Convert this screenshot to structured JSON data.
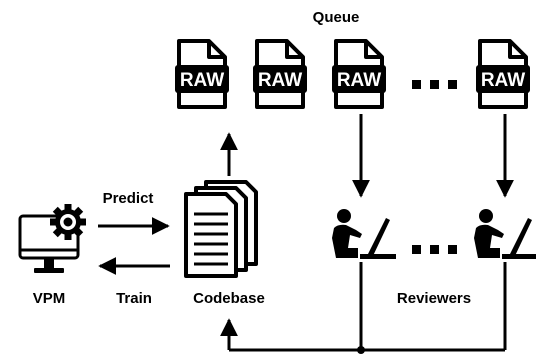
{
  "labels": {
    "queue": "Queue",
    "predict": "Predict",
    "train": "Train",
    "vpm": "VPM",
    "codebase": "Codebase",
    "reviewers": "Reviewers"
  },
  "files": [
    {
      "label": "RAW"
    },
    {
      "label": "RAW"
    },
    {
      "label": "RAW"
    },
    {
      "label": "RAW"
    }
  ],
  "colors": {
    "ink": "#000000",
    "background": "#ffffff"
  },
  "icons": {
    "vpm": "monitor-with-gear-icon",
    "codebase": "stacked-documents-icon",
    "reviewer": "person-at-computer-icon",
    "file": "raw-file-icon",
    "ellipsis": "ellipsis-dots"
  }
}
